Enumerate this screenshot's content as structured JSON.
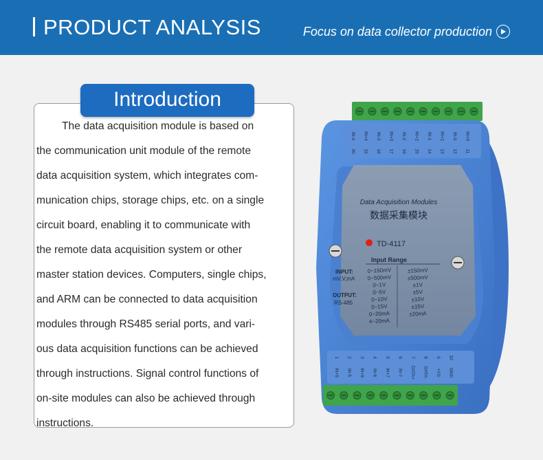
{
  "header": {
    "title": "PRODUCT ANALYSIS",
    "tagline": "Focus on data collector production",
    "background_color": "#1a6fb4"
  },
  "intro": {
    "heading": "Introduction",
    "lines": [
      "The data acquisition module is based on",
      "the communication unit module of the remote",
      "data acquisition system, which integrates com-",
      "munication chips, storage chips, etc. on a single",
      "circuit board, enabling it to communicate with",
      "the remote data acquisition system or other",
      "master station devices. Computers, single chips,",
      "and ARM can be connected to data acquisition",
      "modules through RS485 serial ports, and vari-",
      "ous data acquisition functions can be achieved",
      "through instructions. Signal control functions of",
      "on-site modules can also be achieved through",
      "instructions."
    ]
  },
  "product": {
    "label_en": "Data Acquisition Modules",
    "label_cn": "数据采集模块",
    "model": "TD-4117",
    "range_title": "Input Range",
    "input_label": "INPUT:",
    "input_unit": "mV,V,mA",
    "output_label": "OUTPUT:",
    "output_proto": "RS-485",
    "range_left": [
      "0~150mV",
      "0~500mV",
      "0~1V",
      "0~5V",
      "0~10V",
      "0~15V",
      "0~20mA",
      "4~20mA"
    ],
    "range_right": [
      "±150mV",
      "±500mV",
      "±1V",
      "±5V",
      "±10V",
      "±15V",
      "±20mA"
    ],
    "top_pin_labels": [
      "IN-4",
      "IN+4",
      "IN-3",
      "IN+3",
      "IN-2",
      "IN+2",
      "IN-1",
      "IN+1",
      "IN-0",
      "IN+0"
    ],
    "top_pin_numbers": [
      "20",
      "19",
      "18",
      "17",
      "16",
      "15",
      "14",
      "13",
      "12",
      "11"
    ],
    "bottom_pin_numbers": [
      "1",
      "2",
      "3",
      "4",
      "5",
      "6",
      "7",
      "8",
      "9",
      "10"
    ],
    "bottom_pin_labels": [
      "IN+5",
      "IN-5",
      "IN+6",
      "IN-6",
      "IN+7",
      "IN-7",
      "DATA+",
      "DATA-",
      "+VS",
      "GND"
    ],
    "body_color": "#4a86d8",
    "terminal_color": "#3fa44a"
  }
}
